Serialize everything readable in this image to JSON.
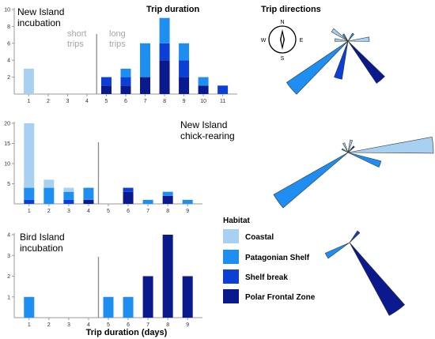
{
  "colors": {
    "coastal": "#a8d0f0",
    "patagonian_shelf": "#1e8ff0",
    "shelf_break": "#0b3fd6",
    "polar_frontal_zone": "#0a1a8c",
    "axis": "#9a9a9a",
    "divider": "#8a8a8a"
  },
  "titles": {
    "duration": "Trip duration",
    "directions": "Trip directions"
  },
  "compass": {
    "n": "N",
    "e": "E",
    "s": "S",
    "w": "W"
  },
  "legend": {
    "title": "Habitat",
    "items": [
      {
        "label": "Coastal",
        "color": "#a8d0f0"
      },
      {
        "label": "Patagonian Shelf",
        "color": "#1e8ff0"
      },
      {
        "label": "Shelf break",
        "color": "#0b3fd6"
      },
      {
        "label": "Polar Frontal Zone",
        "color": "#0a1a8c"
      }
    ]
  },
  "chart_data": [
    {
      "type": "bar",
      "stacked": true,
      "title": "New Island incubation",
      "annotations": [
        "short trips",
        "long trips"
      ],
      "categories": [
        "1",
        "2",
        "3",
        "4",
        "5",
        "6",
        "7",
        "8",
        "9",
        "10",
        "11"
      ],
      "ylim": [
        0,
        10
      ],
      "yticks": [
        2,
        4,
        6,
        8,
        10
      ],
      "series": [
        {
          "name": "Polar Frontal Zone",
          "values": [
            0,
            0,
            0,
            0,
            1,
            1,
            2,
            4,
            2,
            1,
            0
          ]
        },
        {
          "name": "Shelf break",
          "values": [
            0,
            0,
            0,
            0,
            1,
            1,
            0,
            2,
            2,
            0,
            1
          ]
        },
        {
          "name": "Patagonian Shelf",
          "values": [
            0,
            0,
            0,
            0,
            0,
            1,
            4,
            3,
            2,
            1,
            0
          ]
        },
        {
          "name": "Coastal",
          "values": [
            3,
            0,
            0,
            0,
            0,
            0,
            0,
            0,
            0,
            0,
            0
          ]
        }
      ]
    },
    {
      "type": "bar",
      "stacked": true,
      "title": "New Island chick-rearing",
      "categories": [
        "1",
        "2",
        "3",
        "4",
        "5",
        "6",
        "7",
        "8",
        "9"
      ],
      "ylim": [
        0,
        20
      ],
      "yticks": [
        5,
        10,
        15,
        20
      ],
      "series": [
        {
          "name": "Polar Frontal Zone",
          "values": [
            0,
            0,
            0,
            1,
            0,
            3,
            0,
            2,
            0
          ]
        },
        {
          "name": "Shelf break",
          "values": [
            1,
            0,
            1,
            0,
            0,
            1,
            0,
            0,
            0
          ]
        },
        {
          "name": "Patagonian Shelf",
          "values": [
            3,
            4,
            2,
            3,
            0,
            0,
            1,
            1,
            1
          ]
        },
        {
          "name": "Coastal",
          "values": [
            16,
            2,
            1,
            0,
            0,
            0,
            0,
            0,
            0
          ]
        }
      ]
    },
    {
      "type": "bar",
      "stacked": true,
      "title": "Bird Island incubation",
      "xlabel": "Trip duration (days)",
      "categories": [
        "1",
        "2",
        "3",
        "4",
        "5",
        "6",
        "7",
        "8",
        "9"
      ],
      "ylim": [
        0,
        4
      ],
      "yticks": [
        1,
        2,
        3,
        4
      ],
      "series": [
        {
          "name": "Polar Frontal Zone",
          "values": [
            0,
            0,
            0,
            0,
            0,
            0,
            2,
            4,
            2
          ]
        },
        {
          "name": "Shelf break",
          "values": [
            0,
            0,
            0,
            0,
            0,
            0,
            0,
            0,
            0
          ]
        },
        {
          "name": "Patagonian Shelf",
          "values": [
            1,
            0,
            0,
            0,
            1,
            1,
            0,
            0,
            0
          ]
        },
        {
          "name": "Coastal",
          "values": [
            0,
            0,
            0,
            0,
            0,
            0,
            0,
            0,
            0
          ]
        }
      ]
    },
    {
      "type": "rose",
      "title": "Trip directions",
      "units": "degrees from north",
      "wedges": [
        {
          "direction": 305,
          "length": 0.23,
          "habitat": "Coastal"
        },
        {
          "direction": 275,
          "length": 0.16,
          "habitat": "Coastal"
        },
        {
          "direction": 325,
          "length": 0.1,
          "habitat": "Patagonian Shelf"
        },
        {
          "direction": 35,
          "length": 0.11,
          "habitat": "Patagonian Shelf"
        },
        {
          "direction": 85,
          "length": 0.26,
          "habitat": "Coastal"
        },
        {
          "direction": 230,
          "length": 0.9,
          "habitat": "Patagonian Shelf"
        },
        {
          "direction": 195,
          "length": 0.47,
          "habitat": "Shelf break"
        },
        {
          "direction": 140,
          "length": 0.62,
          "habitat": "Polar Frontal Zone"
        }
      ]
    },
    {
      "type": "rose",
      "units": "degrees from north",
      "wedges": [
        {
          "direction": 335,
          "length": 0.12,
          "habitat": "Coastal"
        },
        {
          "direction": 15,
          "length": 0.15,
          "habitat": "Coastal"
        },
        {
          "direction": 45,
          "length": 0.1,
          "habitat": "Shelf break"
        },
        {
          "direction": 300,
          "length": 0.08,
          "habitat": "Patagonian Shelf"
        },
        {
          "direction": 85,
          "length": 1.0,
          "habitat": "Coastal"
        },
        {
          "direction": 110,
          "length": 0.4,
          "habitat": "Patagonian Shelf"
        },
        {
          "direction": 235,
          "length": 1.0,
          "habitat": "Patagonian Shelf"
        }
      ]
    },
    {
      "type": "rose",
      "units": "degrees from north",
      "wedges": [
        {
          "direction": 40,
          "length": 0.17,
          "habitat": "Shelf break"
        },
        {
          "direction": 240,
          "length": 0.32,
          "habitat": "Patagonian Shelf"
        },
        {
          "direction": 145,
          "length": 1.0,
          "habitat": "Polar Frontal Zone"
        }
      ]
    }
  ]
}
